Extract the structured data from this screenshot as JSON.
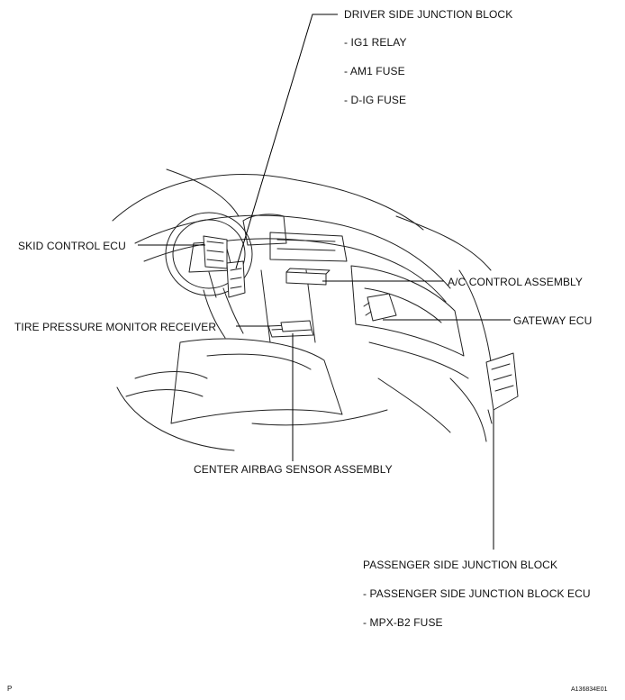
{
  "labels": {
    "driver_block": {
      "title": "DRIVER SIDE JUNCTION BLOCK",
      "items": [
        "- IG1 RELAY",
        "- AM1 FUSE",
        "- D-IG FUSE"
      ]
    },
    "skid_control": "SKID CONTROL ECU",
    "ac_control": "A/C CONTROL ASSEMBLY",
    "gateway": "GATEWAY ECU",
    "tire_pressure": "TIRE PRESSURE MONITOR RECEIVER",
    "center_airbag": "CENTER AIRBAG SENSOR ASSEMBLY",
    "passenger_block": {
      "title": "PASSENGER SIDE JUNCTION BLOCK",
      "items": [
        "- PASSENGER SIDE JUNCTION BLOCK ECU",
        "- MPX-B2 FUSE"
      ]
    }
  },
  "footer": {
    "left_mark": "P",
    "code": "A136834E01"
  }
}
